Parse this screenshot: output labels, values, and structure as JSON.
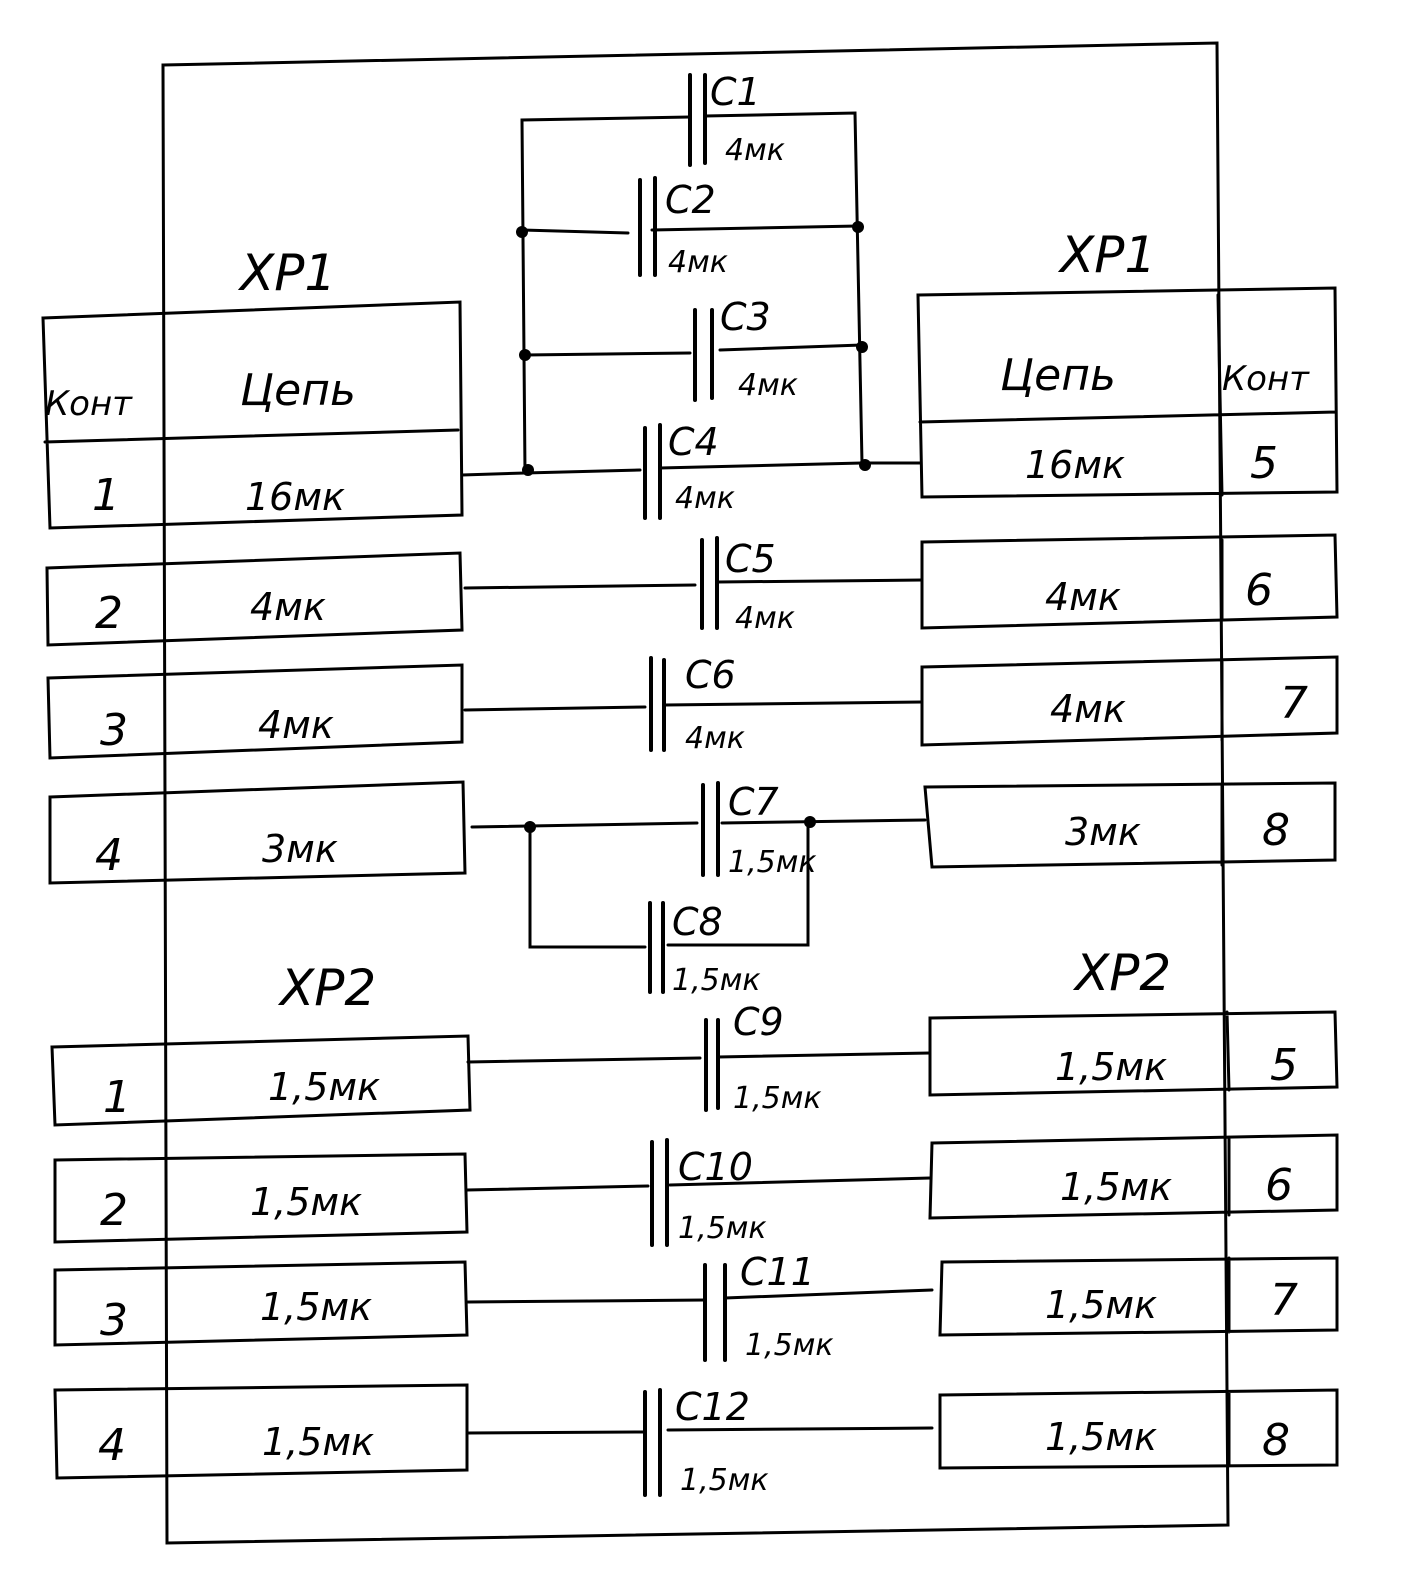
{
  "title": "Capacitor connection schematic",
  "colors": {
    "ink": "#000000",
    "paper": "#ffffff"
  },
  "xp1_left": {
    "label": "XP1",
    "header": {
      "kont": "Конт",
      "chain": "Цепь"
    },
    "rows": [
      {
        "kont": "1",
        "chain": "16мк"
      },
      {
        "kont": "2",
        "chain": "4мк"
      },
      {
        "kont": "3",
        "chain": "4мк"
      },
      {
        "kont": "4",
        "chain": "3мк"
      }
    ]
  },
  "xp1_right": {
    "label": "XP1",
    "header": {
      "kont": "Конт",
      "chain": "Цепь"
    },
    "rows": [
      {
        "kont": "5",
        "chain": "16мк"
      },
      {
        "kont": "6",
        "chain": "4мк"
      },
      {
        "kont": "7",
        "chain": "4мк"
      },
      {
        "kont": "8",
        "chain": "3мк"
      }
    ]
  },
  "xp2_left": {
    "label": "XP2",
    "rows": [
      {
        "kont": "1",
        "chain": "1,5мк"
      },
      {
        "kont": "2",
        "chain": "1,5мк"
      },
      {
        "kont": "3",
        "chain": "1,5мк"
      },
      {
        "kont": "4",
        "chain": "1,5мк"
      }
    ]
  },
  "xp2_right": {
    "label": "XP2",
    "rows": [
      {
        "kont": "5",
        "chain": "1,5мк"
      },
      {
        "kont": "6",
        "chain": "1,5мк"
      },
      {
        "kont": "7",
        "chain": "1,5мк"
      },
      {
        "kont": "8",
        "chain": "1,5мк"
      }
    ]
  },
  "capacitors": [
    {
      "ref": "C1",
      "value": "4мк",
      "net": "XP1:1-5"
    },
    {
      "ref": "C2",
      "value": "4мк",
      "net": "XP1:1-5"
    },
    {
      "ref": "C3",
      "value": "4мк",
      "net": "XP1:1-5"
    },
    {
      "ref": "C4",
      "value": "4мк",
      "net": "XP1:1-5"
    },
    {
      "ref": "C5",
      "value": "4мк",
      "net": "XP1:2-6"
    },
    {
      "ref": "C6",
      "value": "4мк",
      "net": "XP1:3-7"
    },
    {
      "ref": "C7",
      "value": "1,5мк",
      "net": "XP1:4-8"
    },
    {
      "ref": "C8",
      "value": "1,5мк",
      "net": "XP1:4-8"
    },
    {
      "ref": "C9",
      "value": "1,5мк",
      "net": "XP2:1-5"
    },
    {
      "ref": "C10",
      "value": "1,5мк",
      "net": "XP2:2-6"
    },
    {
      "ref": "C11",
      "value": "1,5мк",
      "net": "XP2:3-7"
    },
    {
      "ref": "C12",
      "value": "1,5мк",
      "net": "XP2:4-8"
    }
  ]
}
